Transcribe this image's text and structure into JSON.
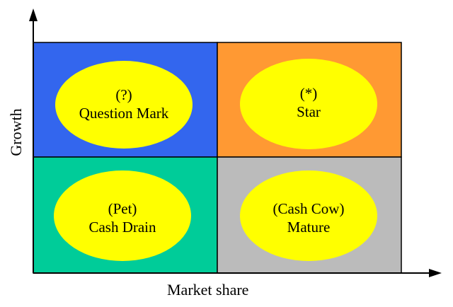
{
  "axes": {
    "x_label": "Market share",
    "y_label": "Growth"
  },
  "quadrants": [
    {
      "id": "question-mark",
      "line1": "(?)",
      "line2": "Question Mark",
      "color": "#3366ee"
    },
    {
      "id": "star",
      "line1": "(*)",
      "line2": "Star",
      "color": "#ff9933"
    },
    {
      "id": "pet",
      "line1": "(Pet)",
      "line2": "Cash Drain",
      "color": "#00cc99"
    },
    {
      "id": "cash-cow",
      "line1": "(Cash Cow)",
      "line2": "Mature",
      "color": "#bbbbbb"
    }
  ],
  "ellipse_color": "#ffff00"
}
